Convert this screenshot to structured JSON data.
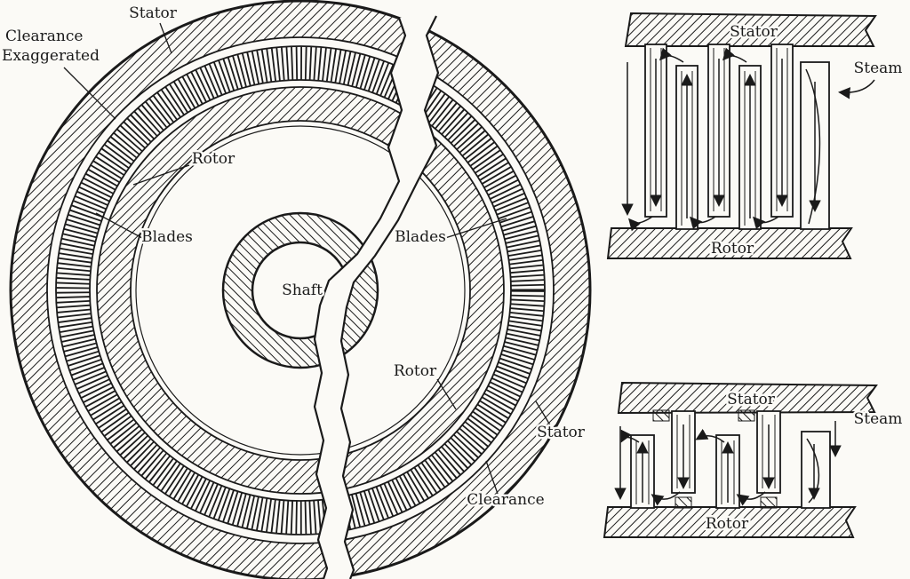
{
  "page": {
    "background": "#fbfaf6",
    "ink": "#1a1a1a"
  },
  "radial_section": {
    "labels": {
      "clearance_exaggerated_line1": "Clearance",
      "clearance_exaggerated_line2": "Exaggerated",
      "stator_top": "Stator",
      "rotor_upper": "Rotor",
      "blades_left": "Blades",
      "shaft": "Shaft",
      "blades_right": "Blades",
      "rotor_lower": "Rotor",
      "stator_right": "Stator",
      "clearance_lower": "Clearance"
    }
  },
  "axial_section_reaction": {
    "labels": {
      "stator": "Stator",
      "steam": "Steam",
      "rotor": "Rotor"
    }
  },
  "axial_section_impulse": {
    "labels": {
      "stator": "Stator",
      "steam": "Steam",
      "rotor": "Rotor"
    }
  }
}
